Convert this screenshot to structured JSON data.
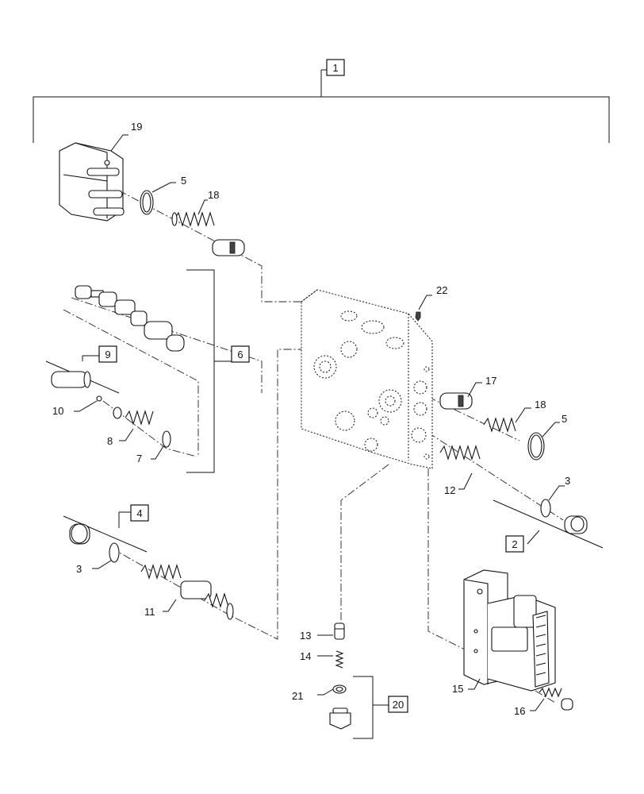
{
  "callouts": {
    "c1": "1",
    "c2": "2",
    "c3a": "3",
    "c3b": "3",
    "c4": "4",
    "c5a": "5",
    "c5b": "5",
    "c6": "6",
    "c7": "7",
    "c8": "8",
    "c9": "9",
    "c10": "10",
    "c11": "11",
    "c12": "12",
    "c13": "13",
    "c14": "14",
    "c15": "15",
    "c16": "16",
    "c17": "17",
    "c18a": "18",
    "c18b": "18",
    "c19": "19",
    "c20": "20",
    "c21": "21",
    "c22": "22"
  }
}
